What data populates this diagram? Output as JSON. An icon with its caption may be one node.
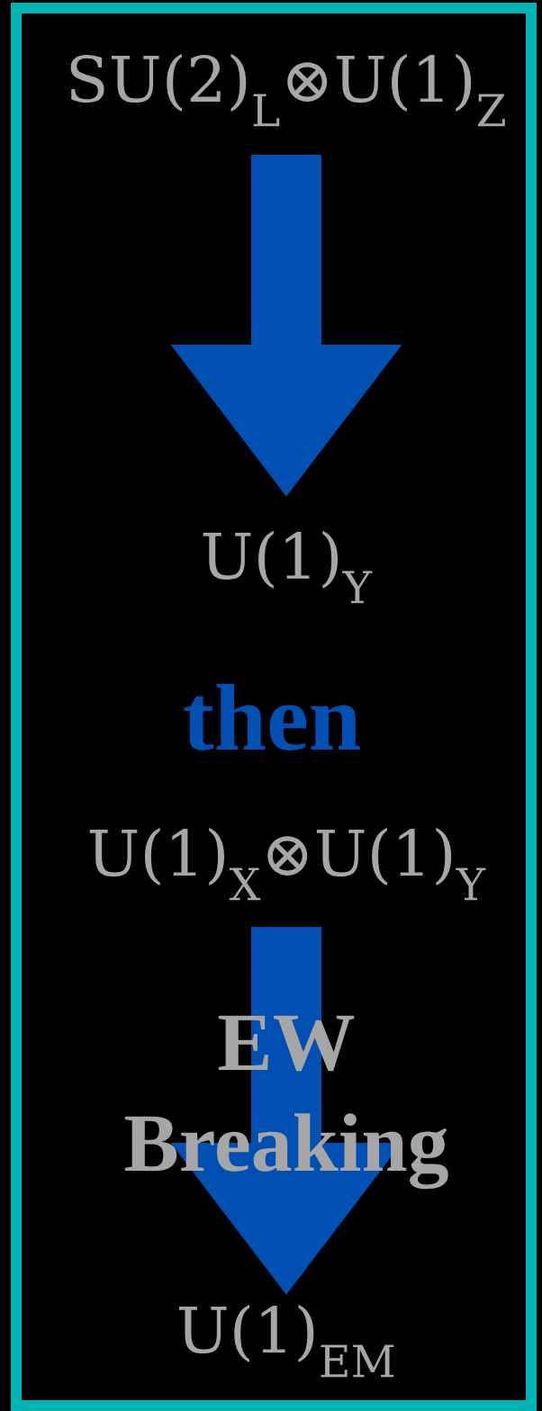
{
  "diagram": {
    "nodes": [
      {
        "text": [
          "SU(2)$_{L}$⊗U(1)$_{Z}$"
        ]
      },
      {
        "text": [
          "U(1)$_{Y}$"
        ]
      },
      {
        "text": [
          "U(1)$_{X}$⊗U(1)$_{Y}$"
        ]
      },
      {
        "text": [
          "U(1)$_{EM}$"
        ]
      }
    ],
    "edges": [
      {
        "from": 0,
        "to": 1,
        "arrow": "to"
      },
      {
        "from": 2,
        "to": 3,
        "arrow": "to",
        "label": "EW Breaking"
      }
    ],
    "labels": [
      "then"
    ]
  }
}
